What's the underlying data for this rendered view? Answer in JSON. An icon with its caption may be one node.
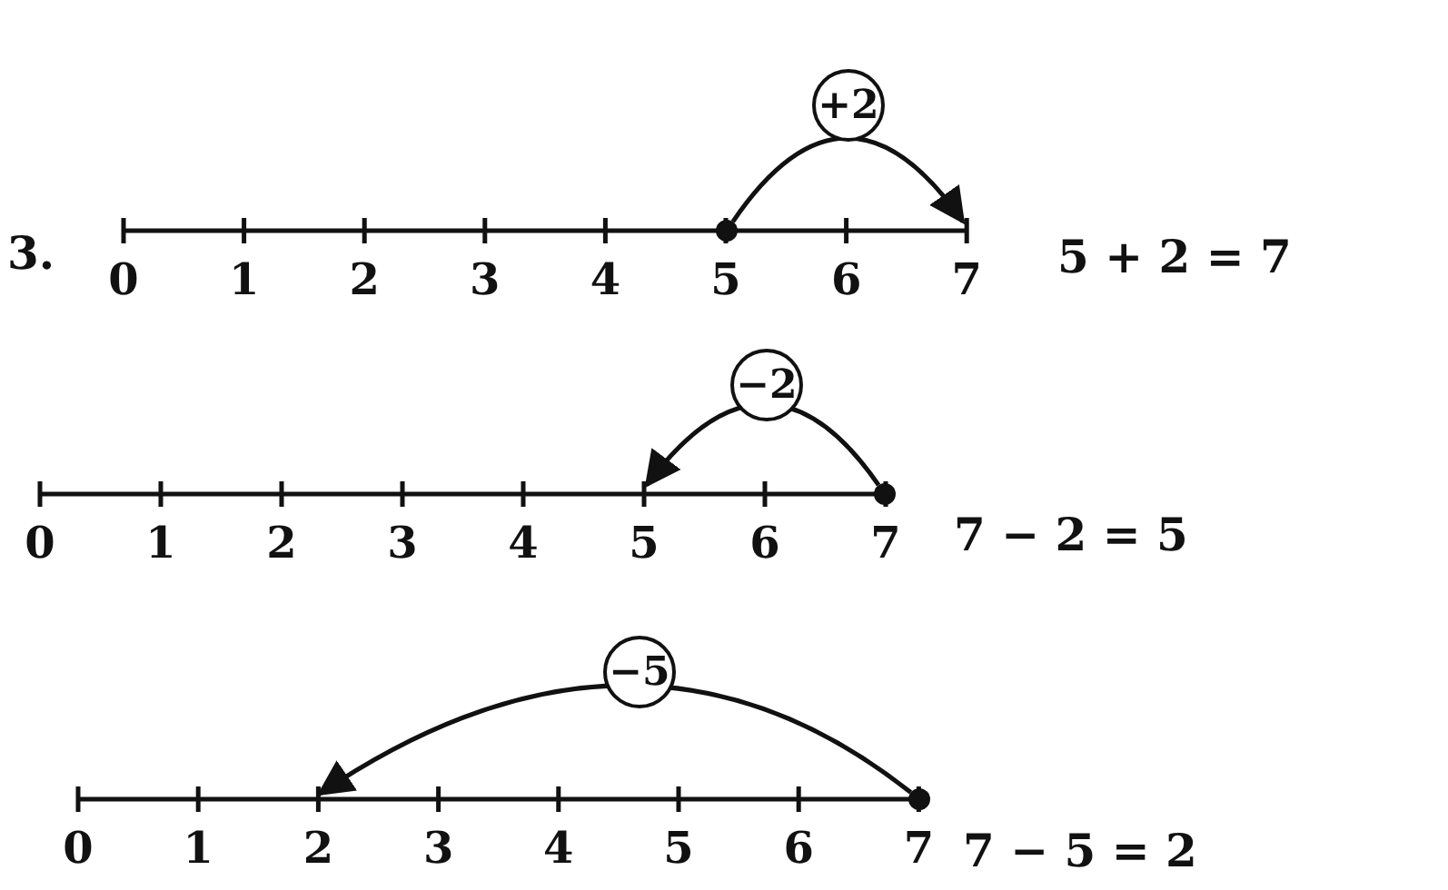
{
  "diagram": {
    "nodes": [
      {
        "text": [
          "+2"
        ]
      },
      {
        "text": [],
        "shape": "circle"
      },
      {
        "text": [
          "−2"
        ]
      },
      {
        "text": [],
        "shape": "circle"
      },
      {
        "text": [
          "−5"
        ]
      },
      {
        "text": [],
        "shape": "circle"
      }
    ],
    "edges": [
      {
        "from": 1,
        "to": null,
        "arrow": "to"
      },
      {
        "from": 3,
        "to": null,
        "arrow": "to"
      },
      {
        "from": 5,
        "to": null,
        "arrow": "to"
      }
    ],
    "labels": [
      "3.",
      "0",
      "1",
      "2",
      "3",
      "4",
      "5",
      "6",
      "7",
      "5 + 2 = 7",
      "0",
      "1",
      "2",
      "3",
      "4",
      "5",
      "6",
      "7",
      "7 − 2 = 5",
      "0",
      "1",
      "2",
      "3",
      "4",
      "5",
      "6",
      "7",
      "7 − 5 = 2"
    ]
  }
}
